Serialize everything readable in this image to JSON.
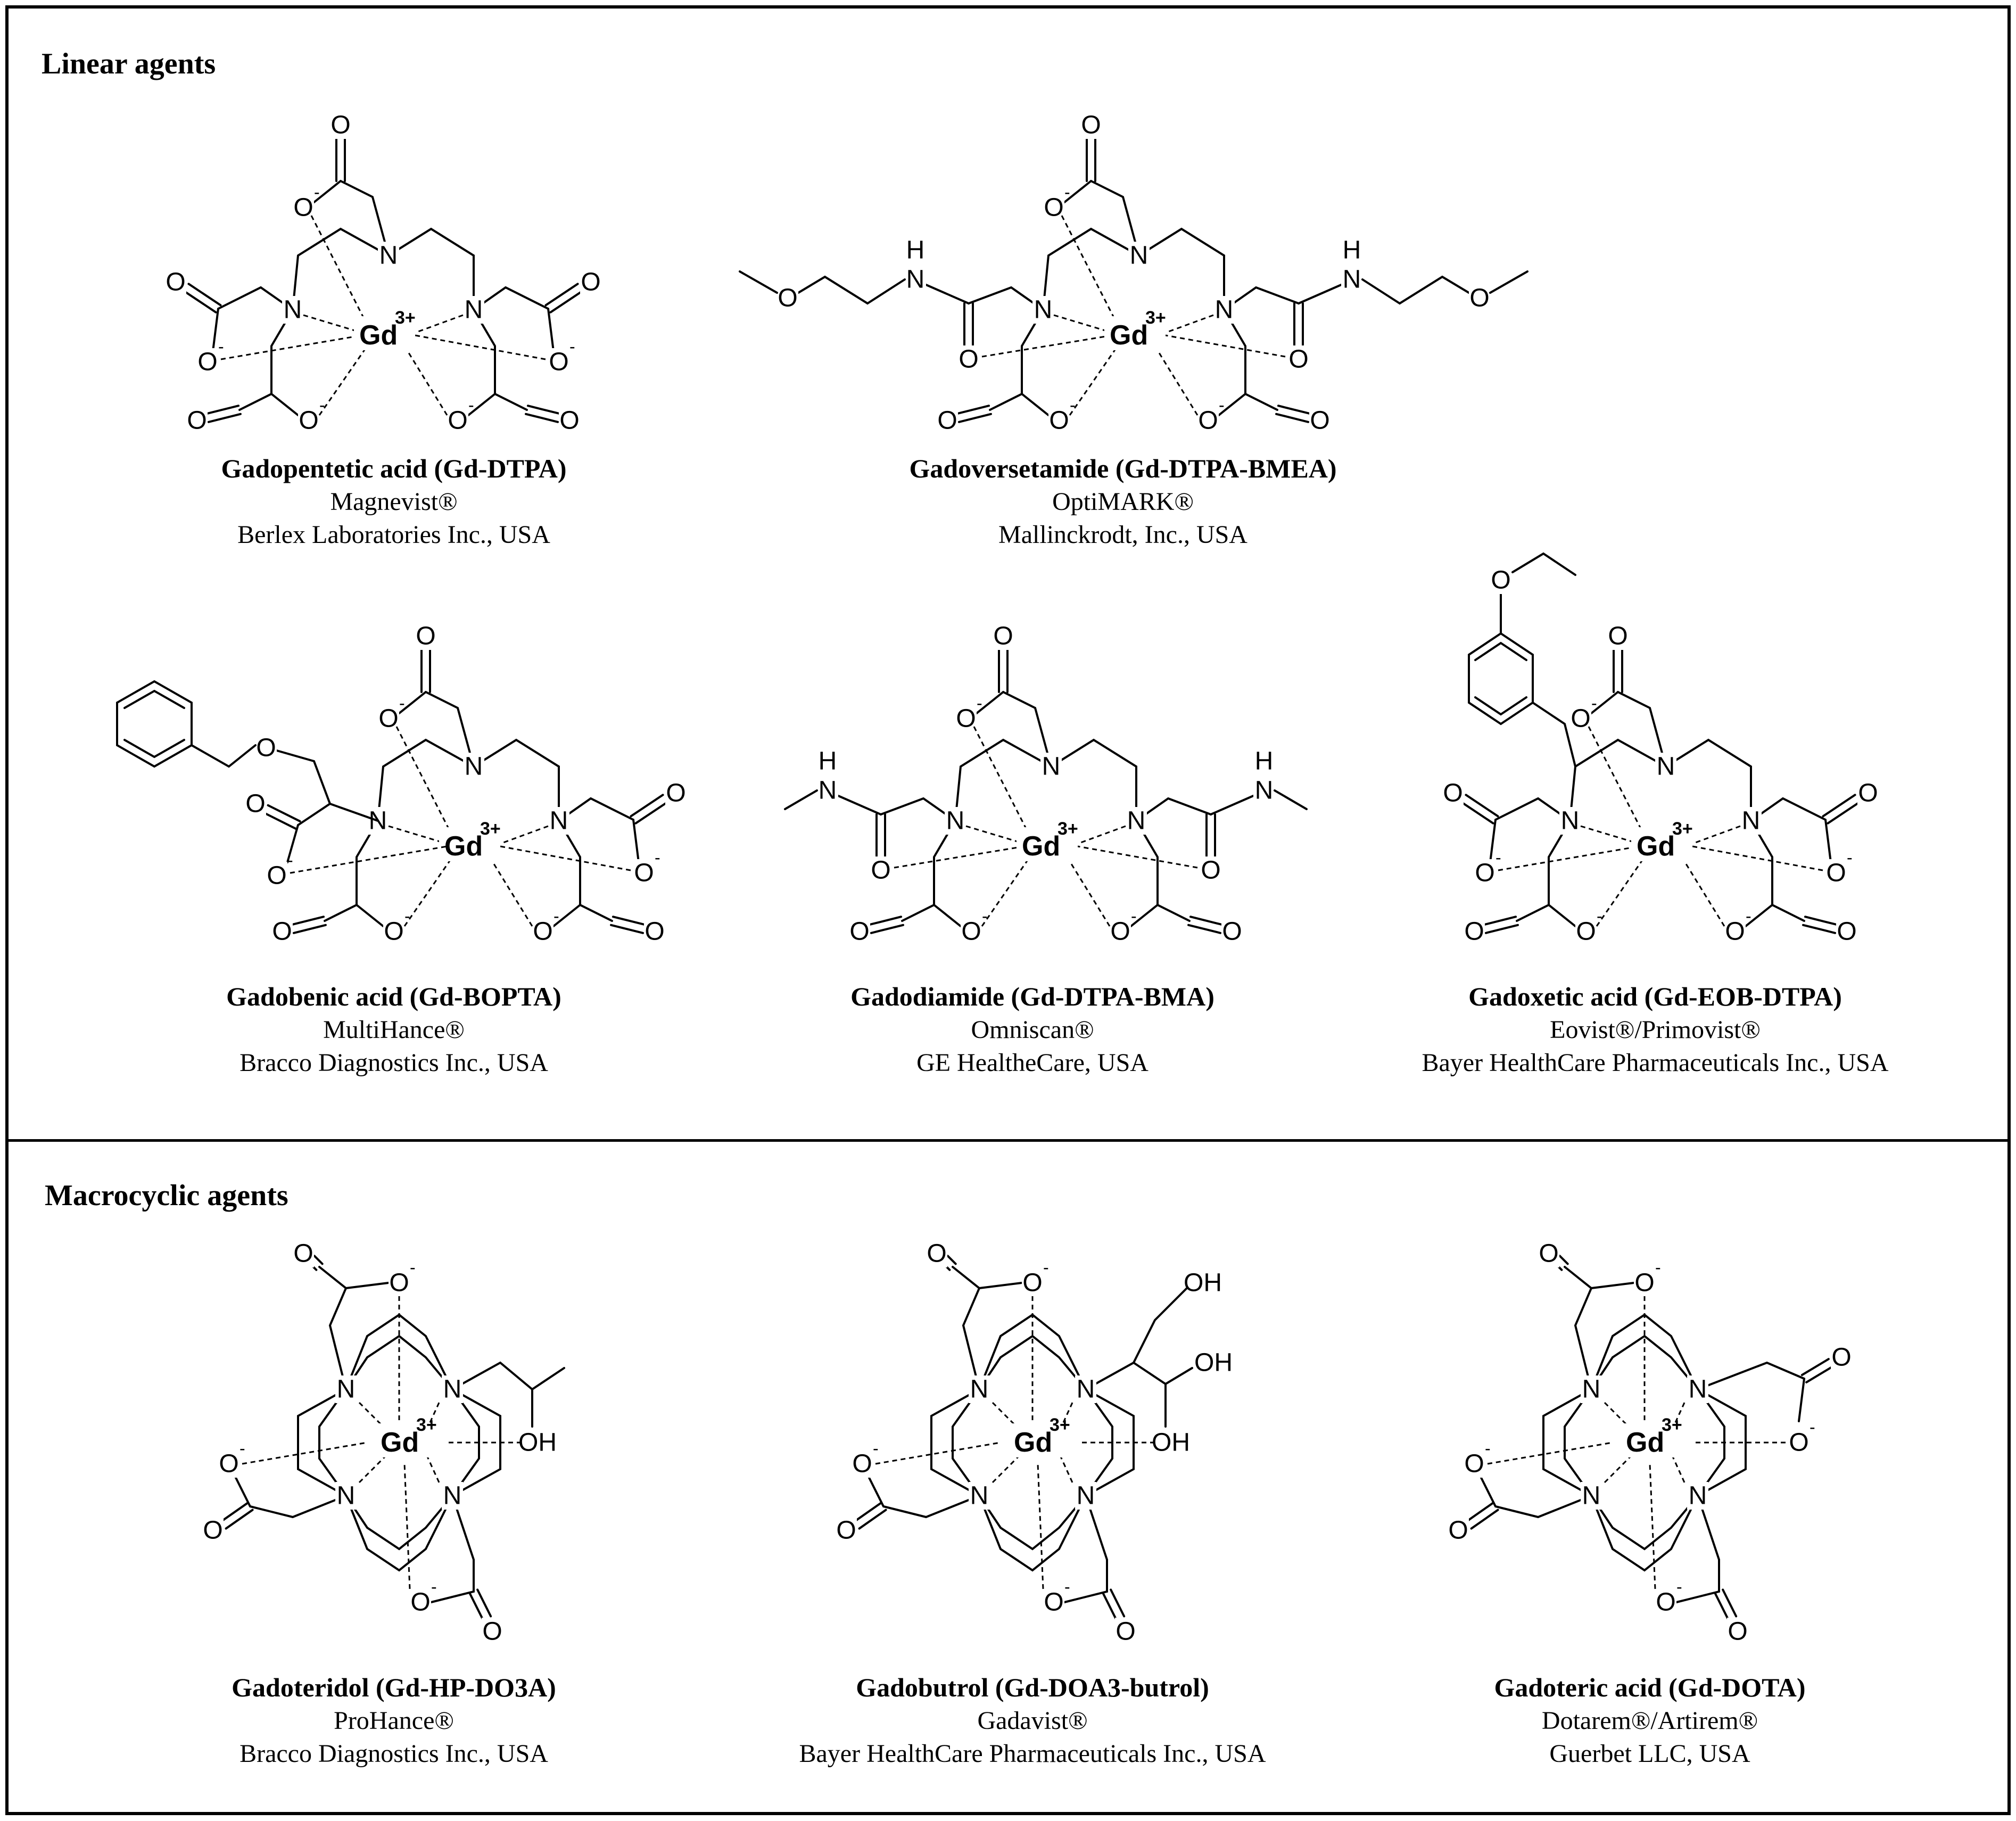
{
  "sections": {
    "linear": "Linear agents",
    "macrocyclic": "Macrocyclic agents"
  },
  "atoms": {
    "metal": "Gd",
    "metal_charge": "3+",
    "N": "N",
    "O": "O",
    "O_minus": "O",
    "minus": "-",
    "NH": "H",
    "OH": "OH"
  },
  "agents": [
    {
      "name": "Gadopentetic acid (Gd-DTPA)",
      "brand": "Magnevist®",
      "maker": "Berlex Laboratories Inc., USA"
    },
    {
      "name": "Gadoversetamide (Gd-DTPA-BMEA)",
      "brand": "OptiMARK®",
      "maker": "Mallinckrodt, Inc., USA"
    },
    {
      "name": "Gadobenic acid (Gd-BOPTA)",
      "brand": "MultiHance®",
      "maker": "Bracco Diagnostics Inc., USA"
    },
    {
      "name": "Gadodiamide (Gd-DTPA-BMA)",
      "brand": "Omniscan®",
      "maker": "GE HealtheCare, USA"
    },
    {
      "name": "Gadoxetic acid (Gd-EOB-DTPA)",
      "brand": "Eovist®/Primovist®",
      "maker": "Bayer HealthCare Pharmaceuticals Inc., USA"
    },
    {
      "name": "Gadoteridol (Gd-HP-DO3A)",
      "brand": "ProHance®",
      "maker": "Bracco Diagnostics Inc., USA"
    },
    {
      "name": "Gadobutrol (Gd-DOA3-butrol)",
      "brand": "Gadavist®",
      "maker": "Bayer HealthCare Pharmaceuticals Inc., USA"
    },
    {
      "name": "Gadoteric acid (Gd-DOTA)",
      "brand": "Dotarem®/Artirem®",
      "maker": "Guerbet LLC, USA"
    }
  ]
}
